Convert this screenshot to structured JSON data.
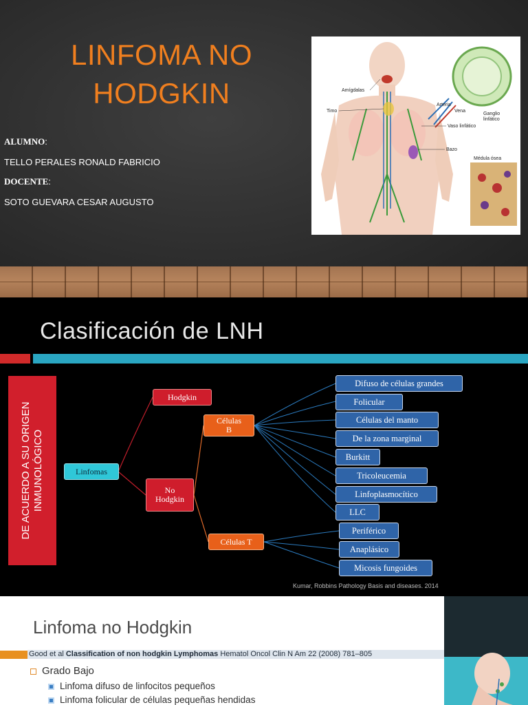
{
  "slide1": {
    "title_line1": "LINFOMA NO",
    "title_line2": "HODGKIN",
    "alumno_label": "ALUMNO",
    "alumno_name": "TELLO PERALES RONALD FABRICIO",
    "docente_label": "DOCENTE",
    "docente_name": "SOTO GUEVARA CESAR AUGUSTO",
    "illustration_labels": {
      "amigdalas": "Amígdalas",
      "timo": "Timo",
      "arteria": "Arteria",
      "vena": "Vena",
      "ganglio": "Ganglio",
      "linfatico": "linfático",
      "vaso": "Vaso linfático",
      "bazo": "Bazo",
      "medula": "Médula ósea"
    }
  },
  "slide2": {
    "title": "Clasificación de LNH",
    "vertical_label_line1": "DE ACUERDO A SU ORIGEN",
    "vertical_label_line2": "INMUNOLÓGICO",
    "root": "Linfomas",
    "hodgkin": "Hodgkin",
    "no_hodgkin_line1": "No",
    "no_hodgkin_line2": "Hodgkin",
    "celulas_b_line1": "Células",
    "celulas_b_line2": "B",
    "celulas_t": "Células T",
    "b_types": [
      "Difuso de células grandes",
      "Folicular",
      "Células del manto",
      "De la zona marginal",
      "Burkitt",
      "Tricoleucemia",
      "Linfoplasmocítico",
      "LLC"
    ],
    "t_types": [
      "Periférico",
      "Anaplásico",
      "Micosis fungoides"
    ],
    "citation": "Kumar, Robbins Pathology Basis and diseases. 2014",
    "colors": {
      "root": "#2fc7d8",
      "hodgkin": "#cf1d2c",
      "cell_group": "#e8601a",
      "leaf": "#2f64a8",
      "accent_bar": "#2aa6c2"
    }
  },
  "slide3": {
    "title": "Linfoma no Hodgkin",
    "ref_prefix": "Good et al ",
    "ref_bold": "Classification of non hodgkin Lymphomas",
    "ref_suffix": " Hematol Oncol Clin N Am 22 (2008) 781–805",
    "grade": "Grado Bajo",
    "items": [
      "Linfoma difuso de linfocitos pequeños",
      "Linfoma folicular de células pequeñas hendidas"
    ]
  }
}
